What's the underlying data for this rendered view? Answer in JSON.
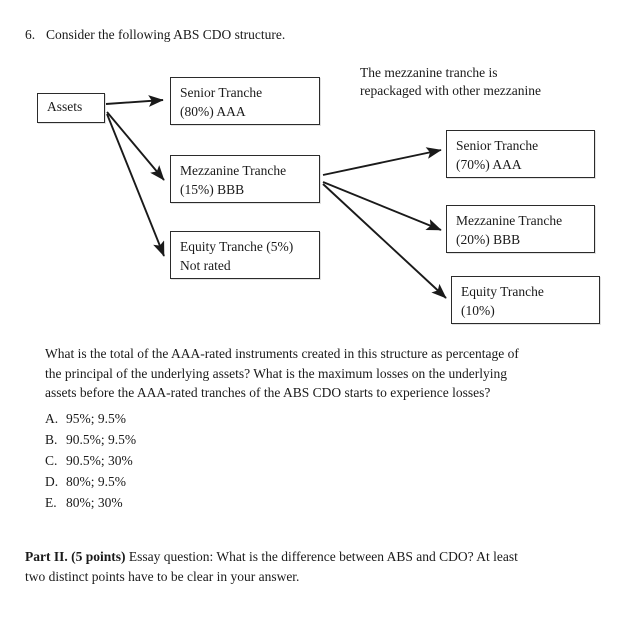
{
  "question": {
    "number": "6.",
    "stem": "Consider the following ABS CDO structure."
  },
  "diagram": {
    "annotation": {
      "line1": "The mezzanine tranche is",
      "line2": "repackaged with other mezzanine"
    },
    "nodes": {
      "assets": {
        "line1": "Assets",
        "line2": ""
      },
      "abs_senior": {
        "line1": "Senior Tranche",
        "line2": "(80%) AAA"
      },
      "abs_mezzanine": {
        "line1": "Mezzanine Tranche",
        "line2": "(15%) BBB"
      },
      "abs_equity": {
        "line1": "Equity Tranche (5%)",
        "line2": "Not rated"
      },
      "cdo_senior": {
        "line1": "Senior Tranche",
        "line2": "(70%) AAA"
      },
      "cdo_mezzanine": {
        "line1": "Mezzanine Tranche",
        "line2": "(20%) BBB"
      },
      "cdo_equity": {
        "line1": "Equity Tranche",
        "line2": "(10%)"
      }
    },
    "stroke_color": "#1a1a1a"
  },
  "body": {
    "line1": "What is the total of the AAA-rated instruments created in this structure as percentage of",
    "line2": "the principal of the underlying assets? What is the maximum losses on the underlying",
    "line3": "assets before the AAA-rated tranches of the ABS CDO starts to experience losses?"
  },
  "options": [
    {
      "key": "A.",
      "text": "95%; 9.5%"
    },
    {
      "key": "B.",
      "text": "90.5%; 9.5%"
    },
    {
      "key": "C.",
      "text": "90.5%; 30%"
    },
    {
      "key": "D.",
      "text": "80%; 9.5%"
    },
    {
      "key": "E.",
      "text": "80%; 30%"
    }
  ],
  "part2": {
    "label": "Part II. (5 points)",
    "line1_rest": " Essay question: What is the difference between ABS and CDO? At least",
    "line2": "two distinct points have to be clear in your answer."
  }
}
